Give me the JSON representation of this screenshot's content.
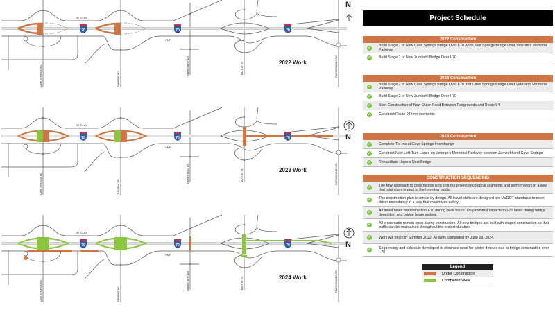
{
  "map": {
    "road_labels": {
      "cave_springs": "CAVE SPRINGS RD.",
      "zumbehl": "ZUMBEHL RD.",
      "hawks_nest": "HAWKS NEST DR.",
      "mo_rte_94": "MO RTE. 94",
      "fairgrounds": "FAIRGROUNDS RD.",
      "w_clay": "W. CLAY",
      "vmp": "VMP",
      "interstate": "70"
    },
    "north_label": "N",
    "panels": [
      {
        "label": "2022 Work",
        "year": 2022
      },
      {
        "label": "2023 Work",
        "year": 2023
      },
      {
        "label": "2024 Work",
        "year": 2024
      }
    ]
  },
  "schedule": {
    "title": "Project Schedule",
    "sections": [
      {
        "header": "2022 Construction",
        "items": [
          "Build Stage 1 of New Cave Springs Bridge Over I-70 And Cave Springs Bridge Over Veteran's Memorial Parkway",
          "Build Stage 1 of New Zumbehl Bridge Over I-70"
        ]
      },
      {
        "header": "2023 Construction",
        "items": [
          "Build Stage 2 of New Cave Springs Bridge Over I-70 and Cave Springs Bridge Over Veteran's Memorial Parkway",
          "Build Stage 2 of New Zumbehl Bridge Over I-70",
          "Start Construction of New Outer Road Between Fairgrounds and Route 94",
          "Construct Route 94 Improvements"
        ]
      },
      {
        "header": "2024 Construction",
        "items": [
          "Complete Tie-Ins at Cave Springs Interchange",
          "Construct New Left-Turn Lanes on Veteran's Memorial Parkway between Zumbehl and Cave Springs",
          "Rehabilitate Hawk's Nest Bridge"
        ]
      },
      {
        "header": "CONSTRUCTION SEQUENCING",
        "items": [
          "The MW approach to construction is to split the project into logical segments and perform work in a way that minimizes impact to the traveling public.",
          "The construction plan is simple by design. All travel shifts are designed per MoDOT standards to meet driver expectancy in a way that maximizes safety.",
          "All travel lanes maintained on I-70 during peak hours. Only minimal impacts to I-70 lanes during bridge demolition and bridge beam setting.",
          "All crossroads remain open during construction. All new bridges are built with staged construction so that traffic can be maintained throughout the project duration.",
          "Work will begin in Summer 2022. All work completed by June 28, 2024.",
          "Sequencing and schedule developed to eliminate need for winter detours due to bridge construction over I-70"
        ]
      }
    ]
  },
  "legend": {
    "title": "Legend",
    "items": [
      {
        "label": "Under Construction",
        "color": "#cf7443"
      },
      {
        "label": "Completed Work",
        "color": "#8cc63f"
      }
    ]
  },
  "colors": {
    "under_construction": "#cf7443",
    "completed": "#8cc63f",
    "header": "#cf7443"
  }
}
